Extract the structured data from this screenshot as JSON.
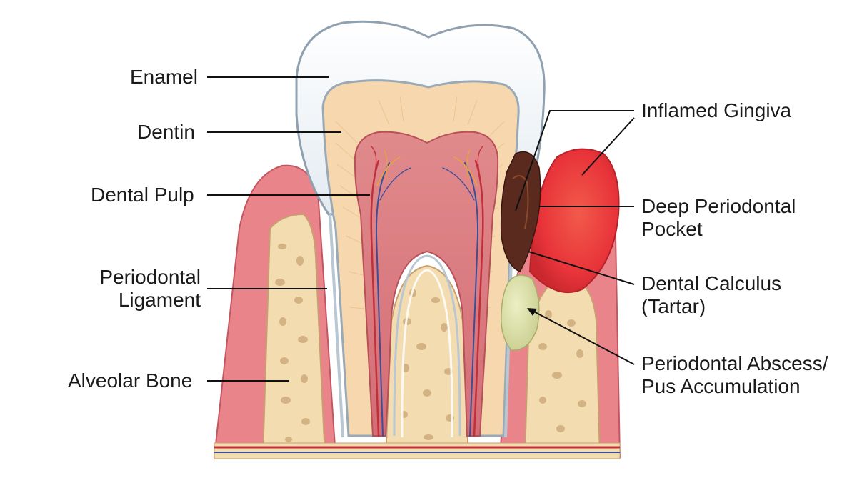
{
  "diagram": {
    "labels_left": {
      "enamel": "Enamel",
      "dentin": "Dentin",
      "dental_pulp": "Dental Pulp",
      "periodontal_ligament_1": "Periodontal",
      "periodontal_ligament_2": "Ligament",
      "alveolar_bone": "Alveolar Bone"
    },
    "labels_right": {
      "inflamed_gingiva": "Inflamed Gingiva",
      "deep_pocket_1": "Deep Periodontal",
      "deep_pocket_2": "Pocket",
      "calculus_1": "Dental Calculus",
      "calculus_2": "(Tartar)",
      "abscess_1": "Periodontal Abscess/",
      "abscess_2": "Pus Accumulation"
    },
    "colors": {
      "gum": "#e8848a",
      "gum_dark": "#d65c66",
      "inflamed": "#e23a3a",
      "bone": "#f3dcb0",
      "bone_pore": "#c9a474",
      "enamel": "#f1f5f8",
      "enamel_edge": "#8fa0b0",
      "dentin": "#f7d7ad",
      "pulp": "#d9757b",
      "nerve_red": "#c0303a",
      "nerve_blue": "#3a4d9a",
      "nerve_yellow": "#e8a53a",
      "calculus": "#d9dca4",
      "pocket": "#5a2a1f",
      "leader": "#111111"
    }
  }
}
